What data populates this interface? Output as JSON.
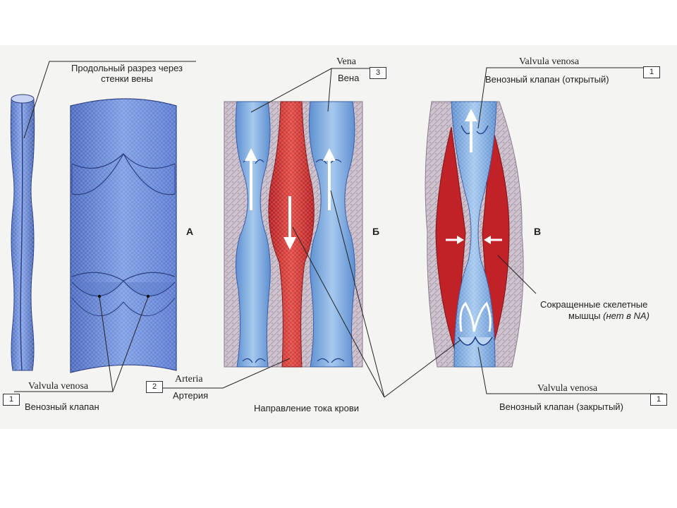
{
  "labels": {
    "section_cut": "Продольный разрез через стенки вены",
    "vena_latin": "Vena",
    "vena_ru": "Вена",
    "valve_open_latin": "Valvula venosa",
    "valve_open_ru": "Венозный клапан (открытый)",
    "muscles_line1": "Сокращенные скелетные",
    "muscles_line2": "мышцы",
    "muscles_note": "(нет в NA)",
    "valve_latin": "Valvula venosa",
    "valve_ru": "Венозный клапан",
    "arteria_latin": "Arteria",
    "arteria_ru": "Артерия",
    "flow_direction": "Направление тока крови",
    "valve_closed_latin": "Valvula venosa",
    "valve_closed_ru": "Венозный клапан (закрытый)"
  },
  "panels": {
    "a": "А",
    "b": "Б",
    "c": "В"
  },
  "boxes": {
    "vena": "3",
    "valve_open": "1",
    "valve": "1",
    "arteria": "2",
    "valve_closed": "1"
  },
  "colors": {
    "vein_blue": "#6f8fd6",
    "vein_light": "#8fb7e6",
    "artery_red": "#c9282a",
    "muscle_tissue": "#c8bcc8",
    "plate_bg": "#f4f4f2"
  }
}
